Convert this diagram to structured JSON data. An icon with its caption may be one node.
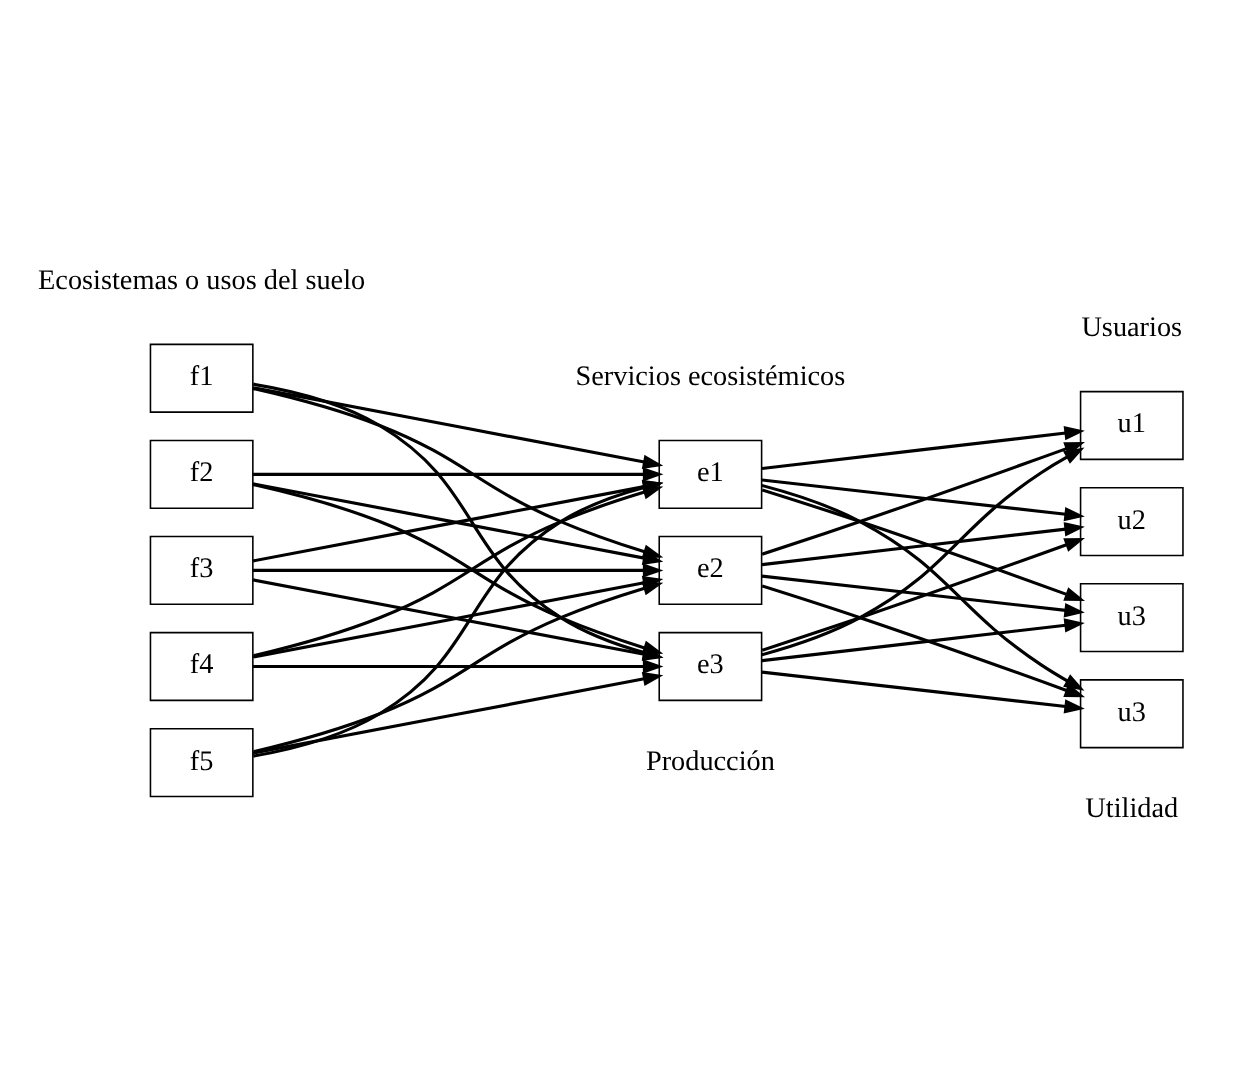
{
  "diagram": {
    "nodes": [
      {
        "text": [
          "f1"
        ]
      },
      {
        "text": [
          "f2"
        ]
      },
      {
        "text": [
          "f3"
        ]
      },
      {
        "text": [
          "f4"
        ]
      },
      {
        "text": [
          "f5"
        ]
      },
      {
        "text": [
          "e1"
        ]
      },
      {
        "text": [
          "e2"
        ]
      },
      {
        "text": [
          "e3"
        ]
      },
      {
        "text": [
          "u1"
        ]
      },
      {
        "text": [
          "u2"
        ]
      },
      {
        "text": [
          "u3"
        ]
      },
      {
        "text": [
          "u3"
        ]
      }
    ],
    "edges": [
      {
        "from": 0,
        "to": 5,
        "arrow": "to"
      },
      {
        "from": 0,
        "to": 6,
        "arrow": "to"
      },
      {
        "from": 0,
        "to": 7,
        "arrow": "to"
      },
      {
        "from": 1,
        "to": 5,
        "arrow": "to"
      },
      {
        "from": 1,
        "to": 6,
        "arrow": "to"
      },
      {
        "from": 1,
        "to": 7,
        "arrow": "to"
      },
      {
        "from": 2,
        "to": 5,
        "arrow": "to"
      },
      {
        "from": 2,
        "to": 6,
        "arrow": "to"
      },
      {
        "from": 2,
        "to": 7,
        "arrow": "to"
      },
      {
        "from": 3,
        "to": 5,
        "arrow": "to"
      },
      {
        "from": 3,
        "to": 6,
        "arrow": "to"
      },
      {
        "from": 3,
        "to": 7,
        "arrow": "to"
      },
      {
        "from": 4,
        "to": 5,
        "arrow": "to"
      },
      {
        "from": 4,
        "to": 6,
        "arrow": "to"
      },
      {
        "from": 4,
        "to": 7,
        "arrow": "to"
      },
      {
        "from": 5,
        "to": 8,
        "arrow": "to"
      },
      {
        "from": 5,
        "to": 9,
        "arrow": "to"
      },
      {
        "from": 5,
        "to": 10,
        "arrow": "to"
      },
      {
        "from": 5,
        "to": 11,
        "arrow": "to"
      },
      {
        "from": 6,
        "to": 8,
        "arrow": "to"
      },
      {
        "from": 6,
        "to": 9,
        "arrow": "to"
      },
      {
        "from": 6,
        "to": 10,
        "arrow": "to"
      },
      {
        "from": 6,
        "to": 11,
        "arrow": "to"
      },
      {
        "from": 7,
        "to": 8,
        "arrow": "to"
      },
      {
        "from": 7,
        "to": 9,
        "arrow": "to"
      },
      {
        "from": 7,
        "to": 10,
        "arrow": "to"
      },
      {
        "from": 7,
        "to": 11,
        "arrow": "to"
      }
    ],
    "labels": [
      "Ecosistemas o usos del suelo",
      "Servicios ecosistémicos",
      "Usuarios",
      "Producción",
      "Utilidad"
    ]
  }
}
